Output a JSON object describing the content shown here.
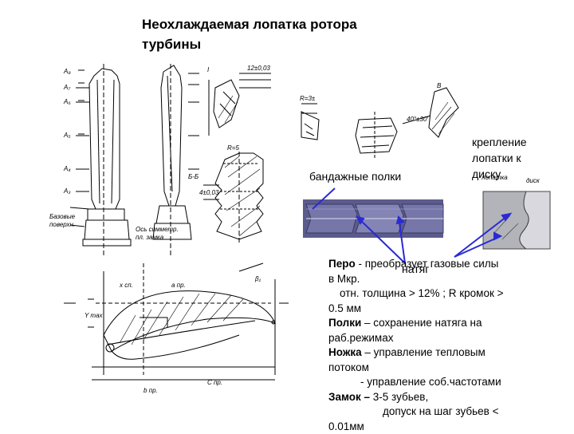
{
  "slide": {
    "title_line1": "Неохлаждаемая лопатка ротора",
    "title_line2": "турбины"
  },
  "callouts": {
    "shroud": "бандажные полки",
    "attachment_line1": "крепление",
    "attachment_line2": "лопатки к",
    "attachment_line3": "диску",
    "interference": "натяг",
    "blade_small": "лопатка",
    "disk_small": "диск"
  },
  "notes": {
    "line1_term": "Перо",
    "line1_rest": " - преобразует газовые силы",
    "line2": "в Мкр.",
    "line3": "отн. толщина > 12% ; R кромок >",
    "line4": "0.5 мм",
    "line5_term": "Полки",
    "line5_rest": " – сохранение натяга на",
    "line6": "раб.режимах",
    "line7_term": "Ножка",
    "line7_rest": " – управление тепловым",
    "line8": "потоком",
    "line9": "- управление соб.частотами",
    "line10_term": "Замок –",
    "line10_rest": " 3-5 зубьев,",
    "line11": "допуск на шаг зубьев <",
    "line12": "0.01мм"
  },
  "colors": {
    "shroud_fill": "#6f6f9e",
    "shroud_dark": "#4b4b78",
    "disk_fill": "#a8a8b0",
    "arrow_blue": "#2a2ad6"
  }
}
